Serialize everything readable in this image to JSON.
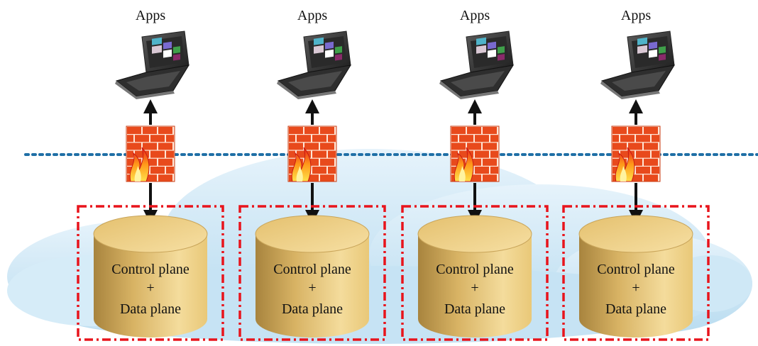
{
  "diagram": {
    "columns": [
      {
        "app_label": "Apps",
        "db_line1": "Control plane",
        "db_line2": "+",
        "db_line3": "Data plane"
      },
      {
        "app_label": "Apps",
        "db_line1": "Control plane",
        "db_line2": "+",
        "db_line3": "Data plane"
      },
      {
        "app_label": "Apps",
        "db_line1": "Control plane",
        "db_line2": "+",
        "db_line3": "Data plane"
      },
      {
        "app_label": "Apps",
        "db_line1": "Control plane",
        "db_line2": "+",
        "db_line3": "Data plane"
      }
    ]
  },
  "colors": {
    "cloud": "#cfe8f6",
    "cloud_dark": "#a8d4ee",
    "dotted_line": "#1f6fa6",
    "dashed_box": "#e8141c",
    "cylinder_light": "#f6dc9a",
    "cylinder_dark": "#b8954a",
    "firewall_brick": "#e84a1c",
    "firewall_mortar": "#ffe6d6",
    "arrow": "#111111"
  }
}
